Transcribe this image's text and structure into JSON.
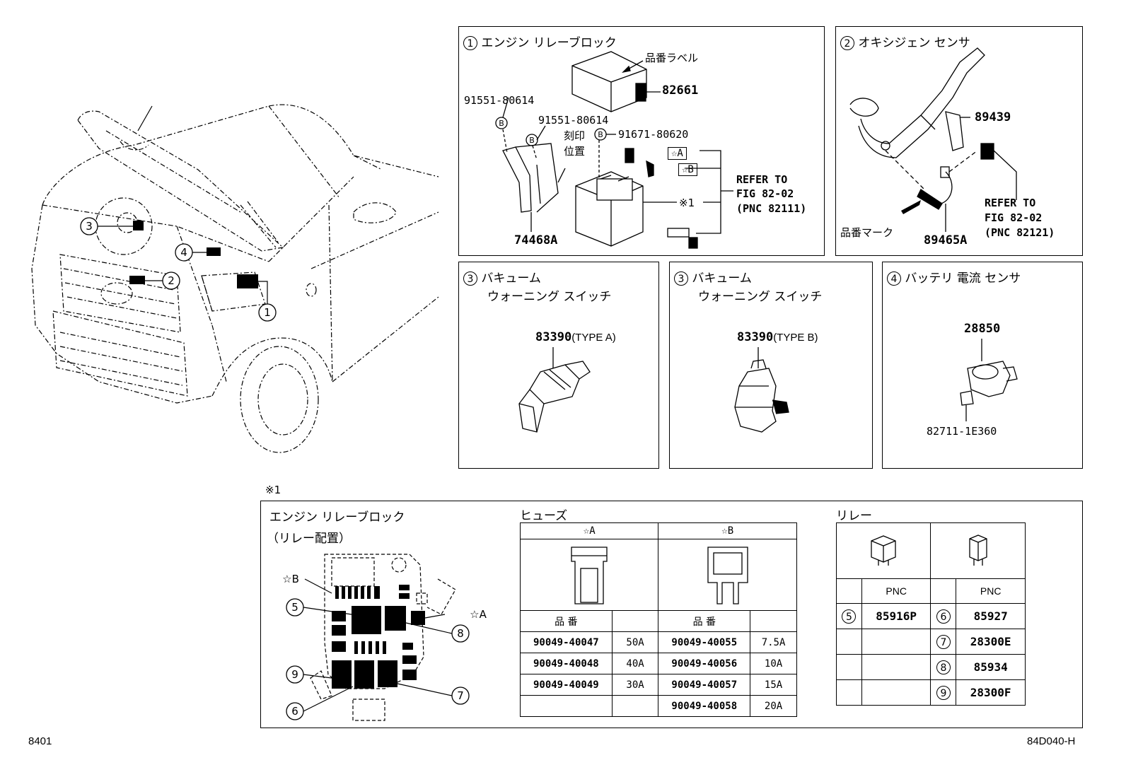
{
  "overview": {
    "callouts": [
      "1",
      "2",
      "3",
      "4"
    ]
  },
  "panel1": {
    "num": "1",
    "title": "エンジン リレーブロック",
    "label_tag": "品番ラベル",
    "part_82661": "82661",
    "part_91551a": "91551-80614",
    "part_91551b": "91551-80614",
    "part_91671": "91671-80620",
    "b_mark": "B",
    "stamp": "刻印",
    "position": "位置",
    "star_a": "☆A",
    "star_b": "☆B",
    "note1": "※1",
    "refer1": "REFER TO",
    "refer2": "FIG 82-02",
    "refer3": "(PNC 82111)",
    "part_74468": "74468A"
  },
  "panel2": {
    "num": "2",
    "title": "オキシジェン センサ",
    "part_89439": "89439",
    "refer1": "REFER TO",
    "refer2": "FIG 82-02",
    "refer3": "(PNC 82121)",
    "mark": "品番マーク",
    "part_89465": "89465A"
  },
  "panel3a": {
    "num": "3",
    "title1": "バキューム",
    "title2": "ウォーニング スイッチ",
    "part": "83390",
    "type": "(TYPE A)"
  },
  "panel3b": {
    "num": "3",
    "title1": "バキューム",
    "title2": "ウォーニング スイッチ",
    "part": "83390",
    "type": "(TYPE B)"
  },
  "panel4": {
    "num": "4",
    "title": "バッテリ 電流 センサ",
    "part_28850": "28850",
    "part_82711": "82711-1E360"
  },
  "note_mark": "※1",
  "layout": {
    "title": "エンジン リレーブロック",
    "subtitle": "（リレー配置）",
    "star_b": "☆B",
    "star_a": "☆A",
    "callouts": [
      "5",
      "6",
      "7",
      "8",
      "9"
    ]
  },
  "fuses": {
    "heading": "ヒューズ",
    "col_a": "☆A",
    "col_b": "☆B",
    "part_header": "品 番",
    "rows": [
      {
        "a_part": "90049-40047",
        "a_amp": "50A",
        "b_part": "90049-40055",
        "b_amp": "7.5A"
      },
      {
        "a_part": "90049-40048",
        "a_amp": "40A",
        "b_part": "90049-40056",
        "b_amp": "10A"
      },
      {
        "a_part": "90049-40049",
        "a_amp": "30A",
        "b_part": "90049-40057",
        "b_amp": "15A"
      },
      {
        "a_part": "",
        "a_amp": "",
        "b_part": "90049-40058",
        "b_amp": "20A"
      }
    ]
  },
  "relays": {
    "heading": "リレー",
    "pnc": "PNC",
    "rows": [
      {
        "n1": "5",
        "p1": "85916P",
        "n2": "6",
        "p2": "85927"
      },
      {
        "n1": "",
        "p1": "",
        "n2": "7",
        "p2": "28300E"
      },
      {
        "n1": "",
        "p1": "",
        "n2": "8",
        "p2": "85934"
      },
      {
        "n1": "",
        "p1": "",
        "n2": "9",
        "p2": "28300F"
      }
    ]
  },
  "footer": {
    "left": "8401",
    "right": "84D040-H"
  }
}
